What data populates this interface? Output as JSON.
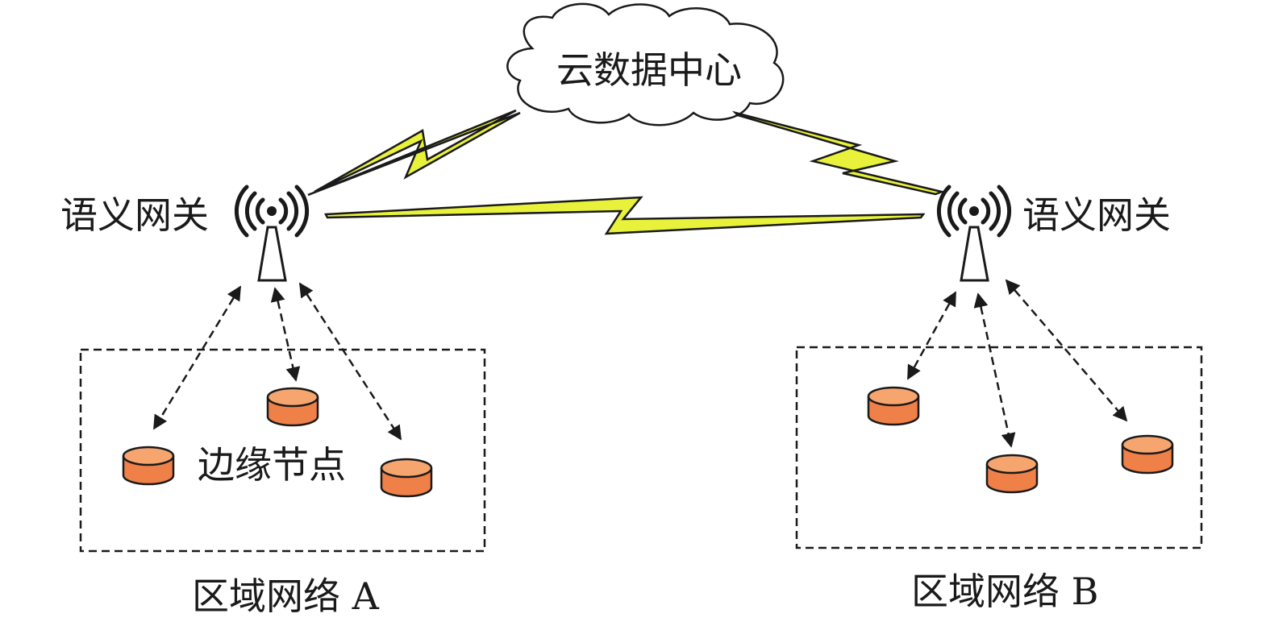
{
  "cloud": {
    "label": "云数据中心"
  },
  "gateways": {
    "left": {
      "label": "语义网关"
    },
    "right": {
      "label": "语义网关"
    }
  },
  "edge_node_label": "边缘节点",
  "regions": {
    "a": {
      "label": "区域网络 A"
    },
    "b": {
      "label": "区域网络 B"
    }
  },
  "colors": {
    "lightning": "#e8f23a",
    "node_fill": "#ee8048",
    "node_top": "#f6a56f",
    "stroke": "#1a1a1a"
  }
}
